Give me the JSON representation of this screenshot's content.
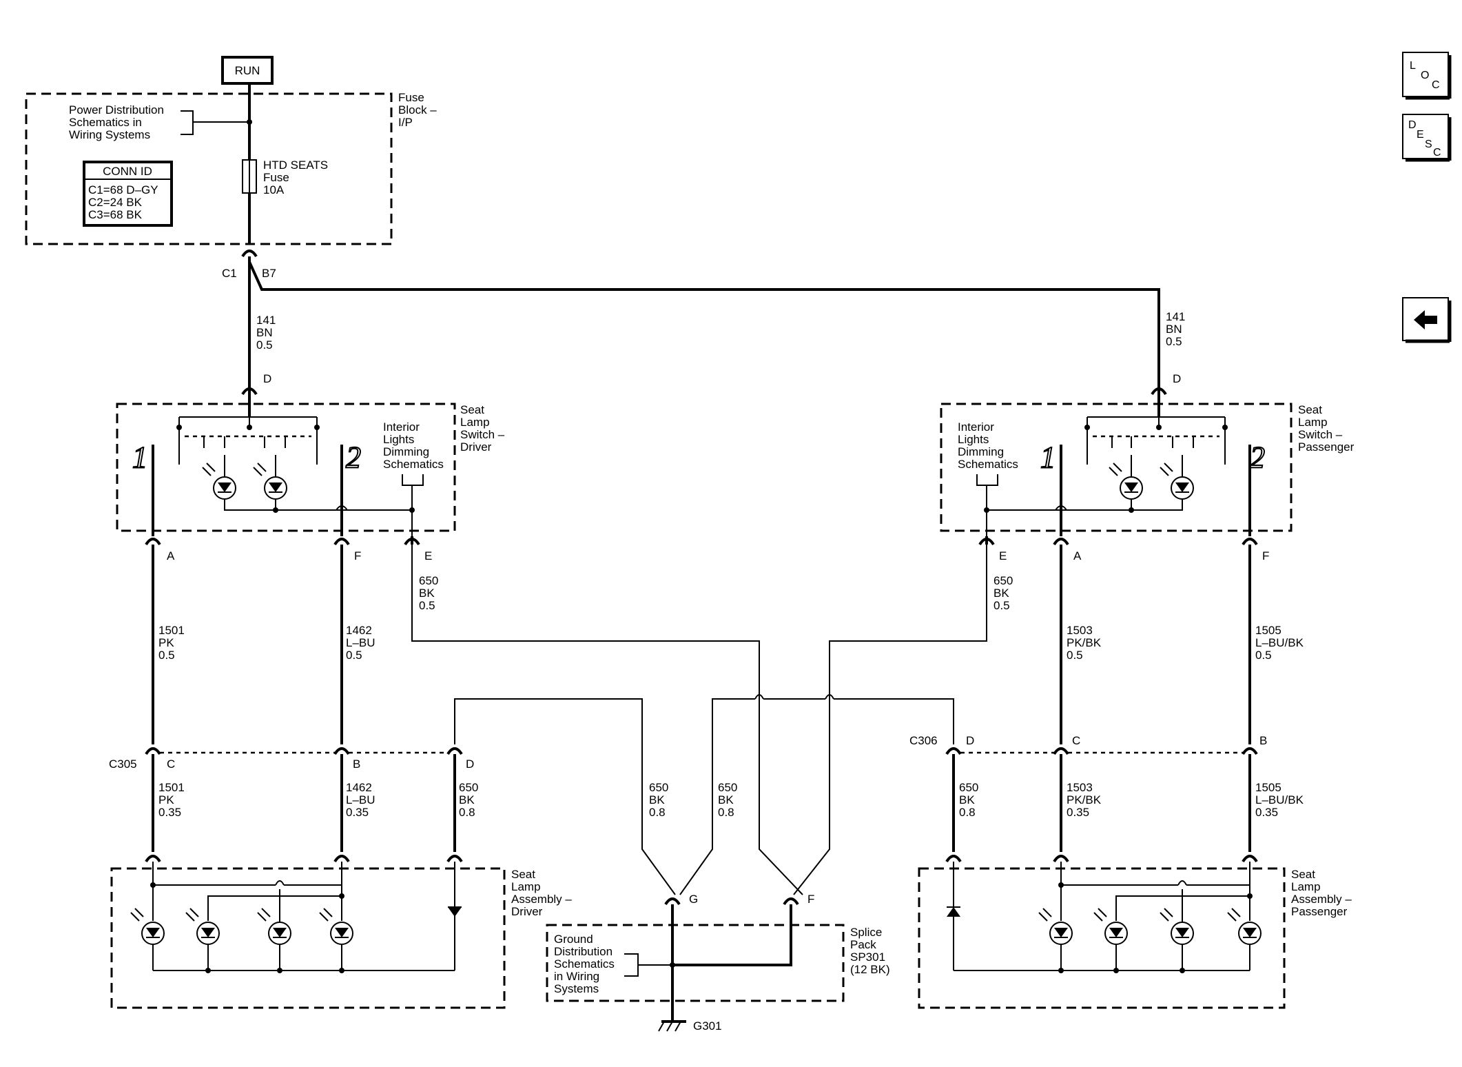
{
  "power": {
    "run_label": "RUN"
  },
  "fuse_block": {
    "label": [
      "Fuse",
      "Block –",
      "I/P"
    ],
    "pd_ref": [
      "Power Distribution",
      "Schematics in",
      "Wiring Systems"
    ],
    "fuse": [
      "HTD SEATS",
      "Fuse",
      "10A"
    ],
    "conn_id_title": "CONN ID",
    "conn_ids": [
      "C1=68 D–GY",
      "C2=24 BK",
      "C3=68 BK"
    ],
    "conn_label": "C1",
    "pin_label": "B7"
  },
  "wires": {
    "feed_left": [
      "141",
      "BN",
      "0.5"
    ],
    "feed_right": [
      "141",
      "BN",
      "0.5"
    ],
    "w1501_top": [
      "1501",
      "PK",
      "0.5"
    ],
    "w1462_top": [
      "1462",
      "L–BU",
      "0.5"
    ],
    "w650_left_top": [
      "650",
      "BK",
      "0.5"
    ],
    "w650_right_top": [
      "650",
      "BK",
      "0.5"
    ],
    "w1503_top": [
      "1503",
      "PK/BK",
      "0.5"
    ],
    "w1505_top": [
      "1505",
      "L–BU/BK",
      "0.5"
    ],
    "w1501_bot": [
      "1501",
      "PK",
      "0.35"
    ],
    "w1462_bot": [
      "1462",
      "L–BU",
      "0.35"
    ],
    "w650_d_left": [
      "650",
      "BK",
      "0.8"
    ],
    "w650_g_a": [
      "650",
      "BK",
      "0.8"
    ],
    "w650_g_b": [
      "650",
      "BK",
      "0.8"
    ],
    "w650_d_right": [
      "650",
      "BK",
      "0.8"
    ],
    "w1503_bot": [
      "1503",
      "PK/BK",
      "0.35"
    ],
    "w1505_bot": [
      "1505",
      "L–BU/BK",
      "0.35"
    ]
  },
  "switch_driver": {
    "label": [
      "Seat",
      "Lamp",
      "Switch –",
      "Driver"
    ],
    "dimming_ref": [
      "Interior",
      "Lights",
      "Dimming",
      "Schematics"
    ],
    "pos1": "1",
    "pos2": "2",
    "pins": {
      "d": "D",
      "a": "A",
      "f": "F",
      "e": "E"
    }
  },
  "switch_passenger": {
    "label": [
      "Seat",
      "Lamp",
      "Switch –",
      "Passenger"
    ],
    "dimming_ref": [
      "Interior",
      "Lights",
      "Dimming",
      "Schematics"
    ],
    "pos1": "1",
    "pos2": "2",
    "pins": {
      "d": "D",
      "e": "E",
      "a": "A",
      "f": "F"
    }
  },
  "connectors": {
    "c305": "C305",
    "c305_pins": [
      "C",
      "B",
      "D"
    ],
    "c306": "C306",
    "c306_pins": [
      "D",
      "C",
      "B"
    ]
  },
  "lamp_driver": {
    "label": [
      "Seat",
      "Lamp",
      "Assembly –",
      "Driver"
    ]
  },
  "lamp_passenger": {
    "label": [
      "Seat",
      "Lamp",
      "Assembly –",
      "Passenger"
    ]
  },
  "splice": {
    "label": [
      "Splice",
      "Pack",
      "SP301",
      "(12 BK)"
    ],
    "gd_ref": [
      "Ground",
      "Distribution",
      "Schematics",
      "in Wiring",
      "Systems"
    ],
    "pin_g": "G",
    "pin_f": "F",
    "ground": "G301"
  },
  "nav": {
    "loc": [
      "L",
      "O",
      "C"
    ],
    "desc": [
      "D",
      "E",
      "S",
      "C"
    ],
    "back_icon": "left-arrow-icon"
  }
}
